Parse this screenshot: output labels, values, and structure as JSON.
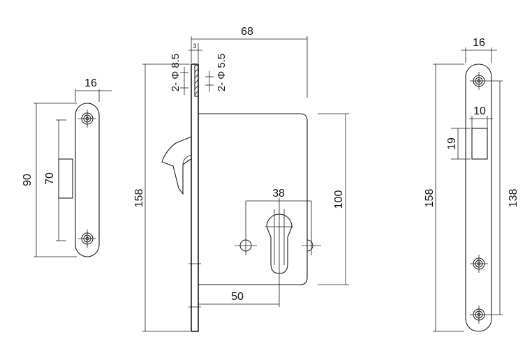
{
  "strike_plate": {
    "width": "16",
    "height": "90",
    "slot": "70"
  },
  "lock_body": {
    "total_width": "68",
    "faceplate": "3",
    "screw_hole_a": "2- Φ 8.5",
    "screw_hole_b": "2- Φ 5.5",
    "length": "158",
    "case_height": "100",
    "cylinder_centers": "38",
    "backset": "50"
  },
  "faceplate": {
    "width": "16",
    "slot_width": "10",
    "slot_height": "19",
    "length": "158",
    "screw_spacing": "138"
  }
}
